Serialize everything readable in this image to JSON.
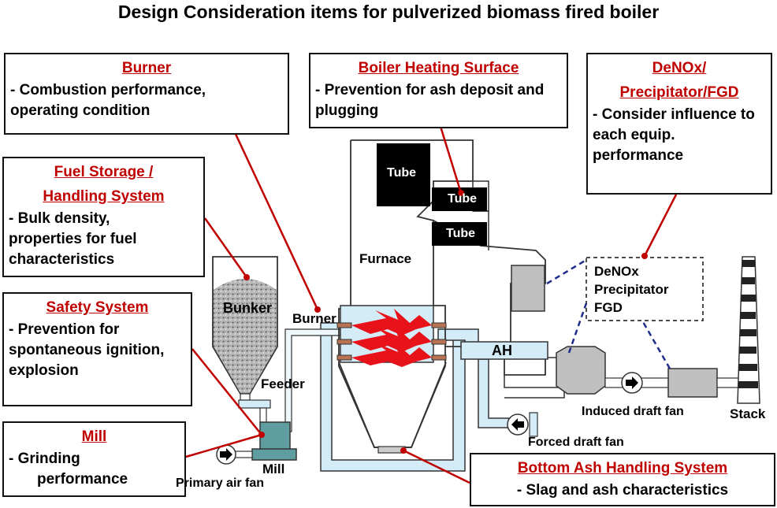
{
  "title": "Design Consideration items for pulverized biomass fired boiler",
  "callouts": {
    "burner": {
      "heading": "Burner",
      "body": "- Combustion performance, operating condition"
    },
    "heating_surface": {
      "heading": "Boiler Heating Surface",
      "body": "- Prevention for ash deposit and plugging"
    },
    "denox": {
      "heading_1": "DeNOx/",
      "heading_2": "Precipitator/FGD",
      "body": "- Consider influence to each equip. performance"
    },
    "fuel_storage": {
      "heading_1": "Fuel Storage /",
      "heading_2": "Handling System",
      "body": "- Bulk density, properties for fuel characteristics"
    },
    "safety": {
      "heading": "Safety System",
      "body": "- Prevention for spontaneous ignition, explosion"
    },
    "mill": {
      "heading": "Mill",
      "body_1": "- Grinding",
      "body_2": "performance"
    },
    "bottom_ash": {
      "heading": "Bottom Ash Handling System",
      "body": "- Slag and ash characteristics"
    }
  },
  "labels": {
    "tube_1": "Tube",
    "tube_2": "Tube",
    "tube_3": "Tube",
    "furnace": "Furnace",
    "bunker": "Bunker",
    "burner": "Burner",
    "feeder": "Feeder",
    "mill": "Mill",
    "primary_air_fan": "Primary air fan",
    "ah": "AH",
    "forced_draft_fan": "Forced draft fan",
    "induced_draft_fan": "Induced draft fan",
    "stack": "Stack",
    "equipment_1": "DeNOx",
    "equipment_2": "Precipitator",
    "equipment_3": "FGD"
  },
  "colors": {
    "accent_red": "#c00000",
    "flame": "#e8121a",
    "pipe_fill": "#d4ecf7",
    "equipment_gray": "#bfbfbf",
    "mill_teal": "#5f9ea0",
    "dash_blue": "#1f2d8a"
  }
}
